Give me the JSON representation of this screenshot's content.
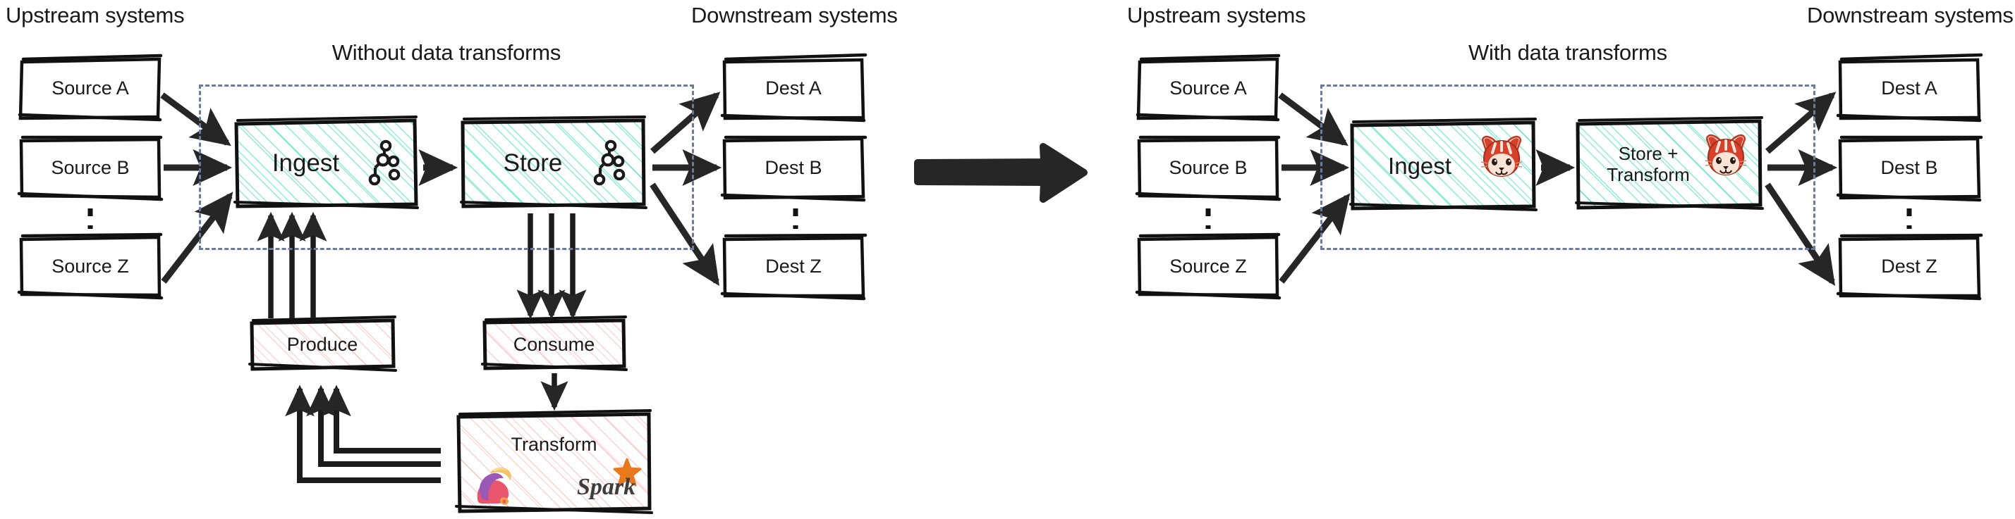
{
  "diagram": {
    "type": "architecture-comparison",
    "panels": [
      {
        "id": "left",
        "title": "Without data transforms",
        "upstream_label": "Upstream systems",
        "downstream_label": "Downstream systems",
        "sources": [
          "Source A",
          "Source B",
          "Source Z"
        ],
        "destinations": [
          "Dest A",
          "Dest B",
          "Dest Z"
        ],
        "pipeline": [
          {
            "label": "Ingest",
            "icon": "kafka-icon",
            "fill": "teal"
          },
          {
            "label": "Store",
            "icon": "kafka-icon",
            "fill": "teal"
          }
        ],
        "external": [
          {
            "label": "Produce",
            "icon": null,
            "fill": "red"
          },
          {
            "label": "Consume",
            "icon": null,
            "fill": "red"
          },
          {
            "label": "Transform",
            "icon": "flink-icon,spark-icon",
            "fill": "red"
          }
        ]
      },
      {
        "id": "right",
        "title": "With data transforms",
        "upstream_label": "Upstream systems",
        "downstream_label": "Downstream systems",
        "sources": [
          "Source A",
          "Source B",
          "Source Z"
        ],
        "destinations": [
          "Dest A",
          "Dest B",
          "Dest Z"
        ],
        "pipeline": [
          {
            "label": "Ingest",
            "icon": "redpanda-icon",
            "fill": "teal"
          },
          {
            "label": "Store +\nTransform",
            "icon": "redpanda-icon",
            "fill": "teal"
          }
        ],
        "external": []
      }
    ],
    "transition_arrow": "big-right-arrow-icon"
  },
  "colors": {
    "teal_fill": "#3ddcb0",
    "red_fill": "#f08a86",
    "stroke": "#111111",
    "dashed_boundary": "#6b7b9b",
    "text": "#1a1a1a",
    "spark_orange": "#e8791d",
    "redpanda_red": "#d7402a"
  },
  "left": {
    "upstream_label": "Upstream systems",
    "downstream_label": "Downstream systems",
    "title": "Without data transforms",
    "source_a": "Source A",
    "source_b": "Source B",
    "source_z": "Source Z",
    "dest_a": "Dest A",
    "dest_b": "Dest B",
    "dest_z": "Dest Z",
    "ingest": "Ingest",
    "store": "Store",
    "produce": "Produce",
    "consume": "Consume",
    "transform": "Transform"
  },
  "right": {
    "upstream_label": "Upstream systems",
    "downstream_label": "Downstream systems",
    "title": "With data transforms",
    "source_a": "Source A",
    "source_b": "Source B",
    "source_z": "Source Z",
    "dest_a": "Dest A",
    "dest_b": "Dest B",
    "dest_z": "Dest Z",
    "ingest": "Ingest",
    "store_transform": "Store +\nTransform"
  }
}
